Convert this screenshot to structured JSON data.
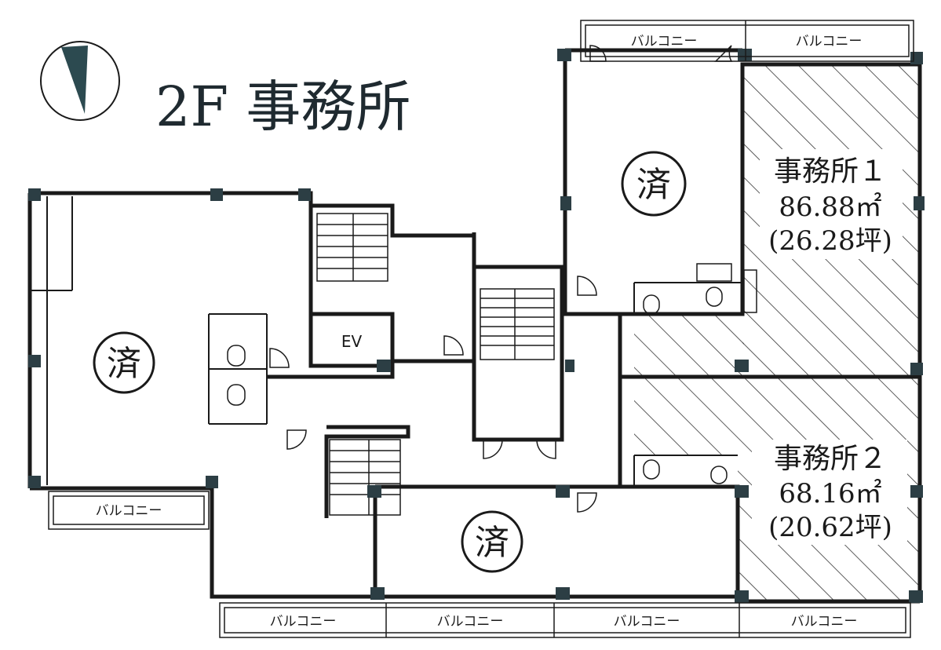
{
  "plan": {
    "title": "2F 事務所",
    "ev_label": "EV",
    "contracted_mark": "済",
    "balcony_label": "バルコニー",
    "offices": [
      {
        "name": "事務所１",
        "area_m2": "86.88㎡",
        "area_tsubo": "(26.28坪)"
      },
      {
        "name": "事務所２",
        "area_m2": "68.16㎡",
        "area_tsubo": "(20.62坪)"
      }
    ],
    "colors": {
      "wall": "#2c3e44",
      "line": "#1a1a1a",
      "compass_fill": "#2c4a50",
      "hatch": "#333333"
    }
  }
}
